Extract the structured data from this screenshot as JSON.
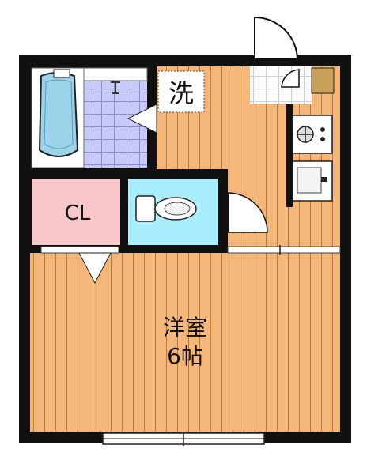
{
  "rooms": {
    "washroom": "洗",
    "closet": "CL",
    "western_room": "洋室",
    "western_room_size": "6帖"
  },
  "colors": {
    "floor": "#f5b679",
    "floor_line": "#b77a3d",
    "wall": "#111111",
    "closet": "#f7c7c9",
    "toilet_room": "#a9eefc",
    "bath_tile": "#c7c9f9",
    "bathtub": "#9bd3ea",
    "entrance": "#fbfbfb",
    "shoe_box": "#c8a05a"
  }
}
